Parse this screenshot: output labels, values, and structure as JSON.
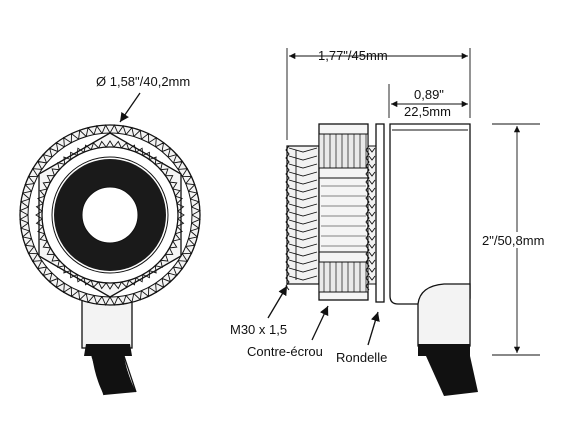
{
  "labels": {
    "diameter": "Ø 1,58\"/40,2mm",
    "overall_length": "1,77\"/45mm",
    "body_length_in": "0,89\"",
    "body_length_mm": "22,5mm",
    "height": "2\"/50,8mm",
    "thread": "M30 x 1,5",
    "locknut": "Contre-écrou",
    "washer": "Rondelle"
  }
}
